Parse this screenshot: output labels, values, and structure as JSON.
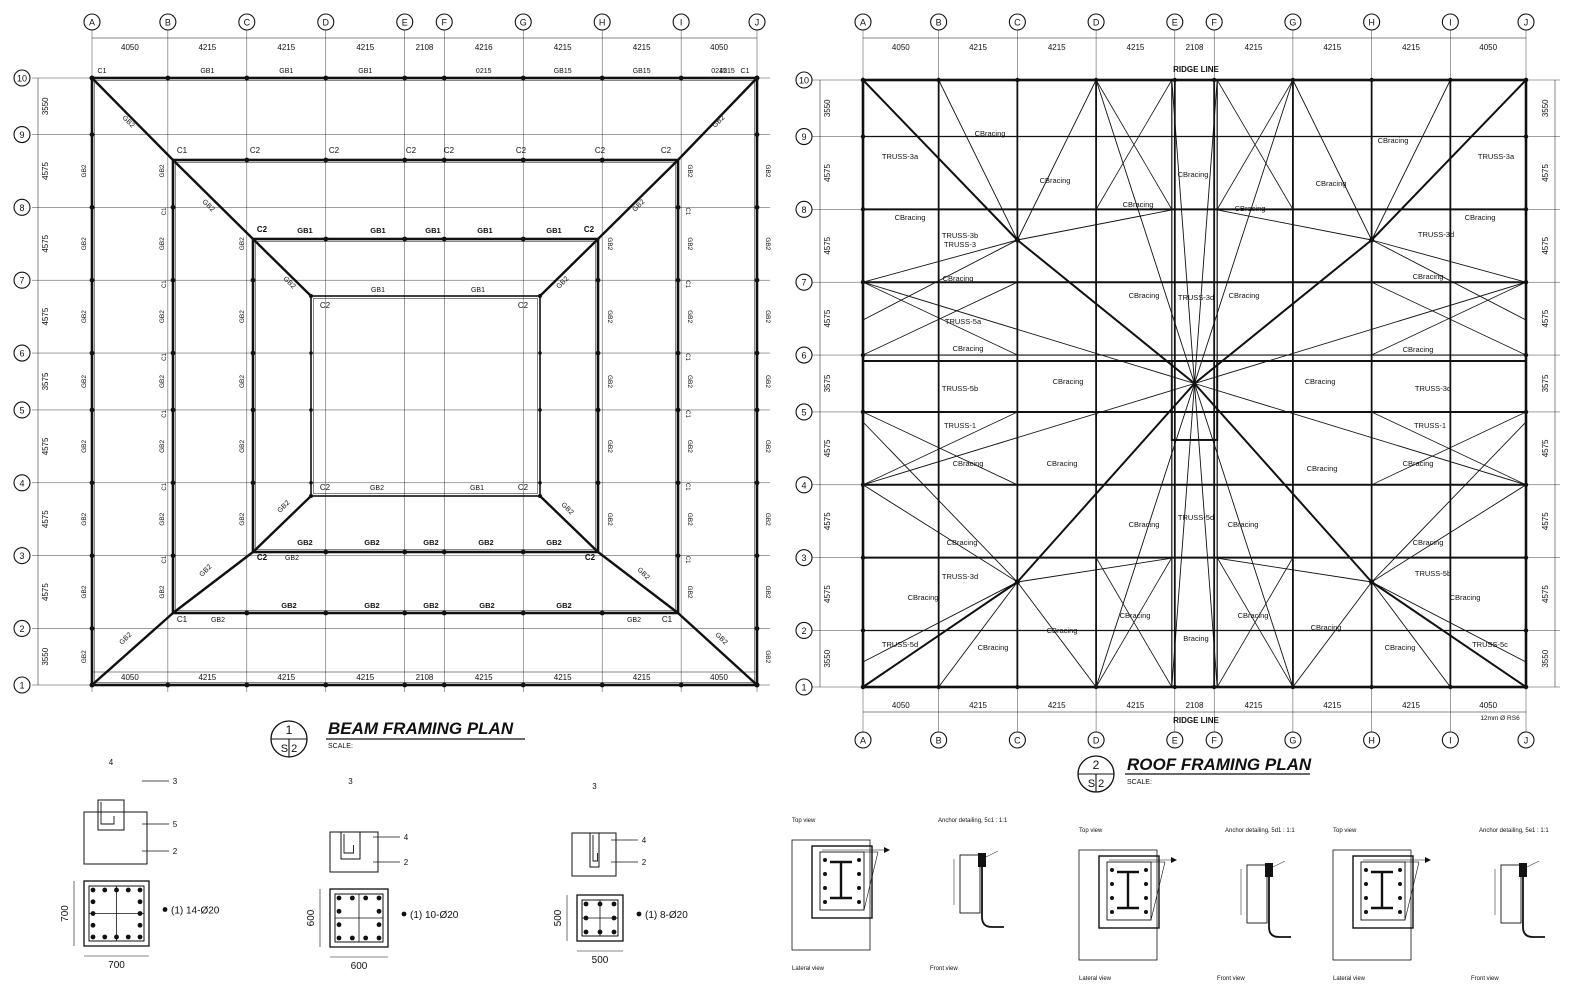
{
  "beam_plan": {
    "title": "BEAM FRAMING PLAN",
    "scale_label": "SCALE:",
    "detail_number": "1",
    "sheet_number": "S 2",
    "grid_cols": [
      "A",
      "B",
      "C",
      "D",
      "E",
      "F",
      "G",
      "H",
      "I",
      "J"
    ],
    "grid_rows": [
      "10",
      "9",
      "8",
      "7",
      "6",
      "5",
      "4",
      "3",
      "2",
      "1"
    ],
    "col_spacings_top": [
      "4050",
      "4215",
      "4215",
      "4215",
      "2108",
      "4216",
      "4215",
      "4215",
      "4050"
    ],
    "col_spacings_bottom": [
      "4050",
      "4215",
      "4215",
      "4215",
      "2108",
      "4215",
      "4215",
      "4215",
      "4050"
    ],
    "row_spacings": [
      "3550",
      "4575",
      "4575",
      "4575",
      "3575",
      "4575",
      "4575",
      "4575",
      "3550"
    ],
    "labels": {
      "c1": "C1",
      "c2": "C2",
      "gb1": "GB1",
      "gb2": "GB2",
      "gb2_tilted": "GB2",
      "gb215": "GB15",
      "g215": "0215"
    }
  },
  "roof_plan": {
    "title": "ROOF FRAMING PLAN",
    "scale_label": "SCALE:",
    "detail_number": "2",
    "sheet_number": "S 2",
    "ridge_top": "RIDGE LINE",
    "ridge_bottom": "RIDGE LINE",
    "rebar_note": "12mm Ø RS6",
    "col_spacings": [
      "4050",
      "4215",
      "4215",
      "4215",
      "2108",
      "4215",
      "4215",
      "4215",
      "4050"
    ],
    "row_spacings": [
      "3550",
      "4575",
      "4575",
      "4575",
      "3575",
      "4575",
      "4575",
      "4575",
      "3550"
    ],
    "members": {
      "cbracing": "CBracing",
      "bracing": "Bracing",
      "truss_3a": "TRUSS-3a",
      "truss_3b": "TRUSS-3b",
      "truss_3c": "TRUSS-3c",
      "truss_3d": "TRUSS-3d",
      "truss_5a": "TRUSS-5a",
      "truss_5b": "TRUSS-5b",
      "truss_5c": "TRUSS-5c",
      "truss_5d": "TRUSS-5d",
      "truss_1": "TRUSS-1",
      "truss_3": "TRUSS-3"
    }
  },
  "column_sections": [
    {
      "dim": "700",
      "rebar": "(1) 14-Ø20",
      "tags": [
        "4",
        "3",
        "5",
        "2"
      ]
    },
    {
      "dim": "600",
      "rebar": "(1) 10-Ø20",
      "tags": [
        "3",
        "4",
        "2"
      ]
    },
    {
      "dim": "500",
      "rebar": "(1) 8-Ø20",
      "tags": [
        "3",
        "4",
        "2"
      ]
    }
  ],
  "anchor_details": [
    {
      "top_view": "Top view",
      "anchor": "Anchor detailing, 5c1 : 1:1",
      "lateral": "Lateral view",
      "front": "Front view"
    },
    {
      "top_view": "Top view",
      "anchor": "Anchor detailing, 5d1 : 1:1",
      "lateral": "Lateral view",
      "front": "Front view"
    },
    {
      "top_view": "Top view",
      "anchor": "Anchor detailing, 5e1 : 1:1",
      "lateral": "Lateral view",
      "front": "Front view"
    }
  ],
  "colors": {
    "ink": "#111111",
    "paper": "#ffffff"
  }
}
